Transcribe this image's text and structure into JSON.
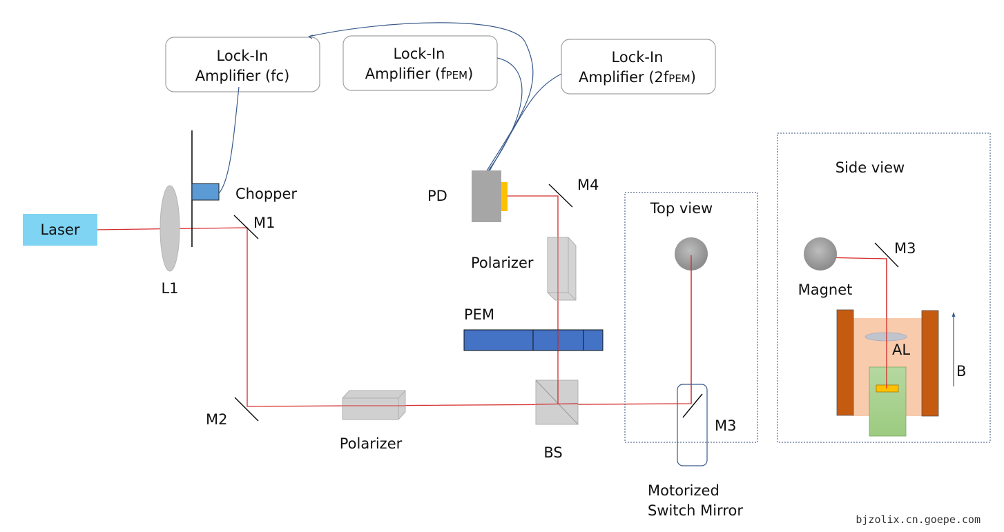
{
  "colors": {
    "beam": "#d42a2a",
    "cable": "#3a5a8c",
    "laser_fill": "#7fd3f3",
    "chopper_blade": "#5b9bd5",
    "pem_fill": "#4472c4",
    "detector_body": "#a6a6a6",
    "detector_window": "#ffc000",
    "optic_grey": "#d0d0d0",
    "magnet_coil": "#c55a11",
    "magnet_bore": "#f8cbad",
    "sample_holder": "#a9d18e",
    "sample": "#ffc000",
    "box_border": "#a0a0a0",
    "dotted_border": "#2f4a7a"
  },
  "lockins": [
    {
      "line1": "Lock-In",
      "line2_main": "Amplifier (fc)",
      "line2_sub": ""
    },
    {
      "line1": "Lock-In",
      "line2_main": "Amplifier (f",
      "line2_sub": "PEM",
      "line2_end": ")"
    },
    {
      "line1": "Lock-In",
      "line2_main": "Amplifier (2f",
      "line2_sub": "PEM",
      "line2_end": ")"
    }
  ],
  "labels": {
    "laser": "Laser",
    "lens": "L1",
    "chopper": "Chopper",
    "m1": "M1",
    "m2": "M2",
    "m3_top": "M3",
    "m3_side": "M3",
    "m4": "M4",
    "pd": "PD",
    "polarizer_top": "Polarizer",
    "polarizer_bottom": "Polarizer",
    "pem": "PEM",
    "bs": "BS",
    "top_view": "Top view",
    "side_view": "Side view",
    "magnet": "Magnet",
    "al": "AL",
    "b_field": "B",
    "switch_mirror_line1": "Motorized",
    "switch_mirror_line2": "Switch Mirror"
  },
  "watermark": "bjzolix.cn.goepe.com"
}
